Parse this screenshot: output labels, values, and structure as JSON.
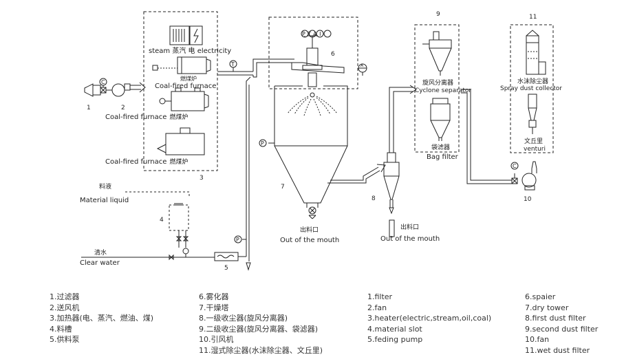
{
  "labels": {
    "steam_electricity": "steam 蒸汽  电 electricity",
    "furnace1_cn": "燃煤炉",
    "furnace1_en": "Coal-fired furnace",
    "furnace2_en": "Coal-fired furnace",
    "furnace2_cn": "燃煤炉",
    "furnace3_en": "Coal-fired furnace",
    "furnace3_cn": "燃煤炉",
    "material_cn": "料液",
    "material_en": "Material liquid",
    "water_cn": "清水",
    "water_en": "Clear water",
    "outlet_cn_1": "出料口",
    "outlet_en_1": "Out of the mouth",
    "outlet_cn_2": "出料口",
    "outlet_en_2": "Out of the mouth",
    "cyclone_cn": "旋风分离器",
    "cyclone_en": "Cyclone separator",
    "bag_cn": "袋滤器",
    "bag_en": "Bag filter",
    "spray_cn": "水沫除尘器",
    "spray_en": "Spray dust collector",
    "venturi_cn": "文丘里",
    "venturi_en": "venturi",
    "instruments_top": "PTAI",
    "inst_c1": "C",
    "inst_t": "T",
    "inst_p1": "P",
    "inst_p2": "P",
    "inst_c2": "C",
    "inst_right": "A"
  },
  "numbers": {
    "n1": "1",
    "n2": "2",
    "n3": "3",
    "n4": "4",
    "n5": "5",
    "n6": "6",
    "n7": "7",
    "n8": "8",
    "n9": "9",
    "n10": "10",
    "n11": "11"
  },
  "legend": {
    "cn_col1": [
      "1.过滤器",
      "2.送风机",
      "3.加热器(电、蒸汽、燃油、煤)",
      "4.料槽",
      "5.供料泵"
    ],
    "cn_col2": [
      "6.雾化器",
      "7.干燥塔",
      "8.一级收尘器(旋风分离器)",
      "9.二级收尘器(旋风分离器、袋滤器)",
      "10.引风机",
      "11.湿式除尘器(水沫除尘器、文丘里)"
    ],
    "en_col1": [
      "1.filter",
      "2.fan",
      "3.heater(electric,stream,oil,coal)",
      "4.material slot",
      "5.feding pump"
    ],
    "en_col2": [
      "6.spaier",
      "7.dry tower",
      "8.first dust filter",
      "9.second dust filter",
      "10.fan",
      "11.wet dust filter"
    ]
  },
  "colors": {
    "line": "#222222",
    "background": "#ffffff"
  }
}
